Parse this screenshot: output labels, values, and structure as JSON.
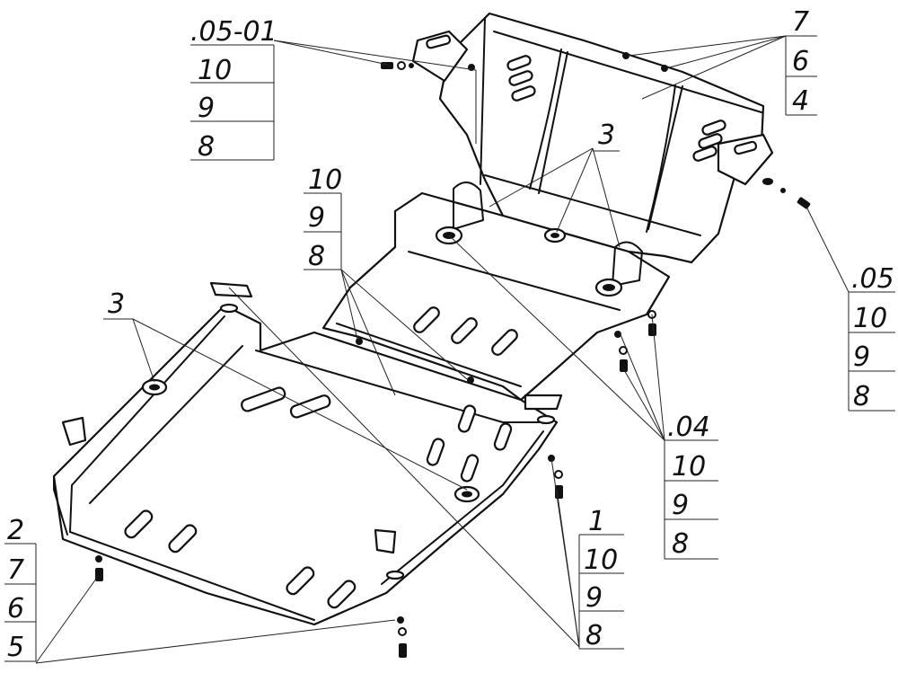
{
  "callouts": [
    {
      "id": "top-left",
      "labels": [
        ".05-01",
        "10",
        "9",
        "8"
      ]
    },
    {
      "id": "top-right",
      "labels": [
        "7",
        "6",
        "4"
      ]
    },
    {
      "id": "mid-left",
      "labels": [
        "10",
        "9",
        "8"
      ]
    },
    {
      "id": "right",
      "labels": [
        ".05",
        "10",
        "9",
        "8"
      ]
    },
    {
      "id": "center-right",
      "labels": [
        ".04",
        "10",
        "9",
        "8"
      ]
    },
    {
      "id": "bottom-center",
      "labels": [
        "1",
        "10",
        "9",
        "8"
      ]
    },
    {
      "id": "bottom-left",
      "labels": [
        "2",
        "7",
        "6",
        "5"
      ]
    }
  ],
  "single_labels": {
    "nut_3_top": "3",
    "nut_3_left": "3"
  }
}
